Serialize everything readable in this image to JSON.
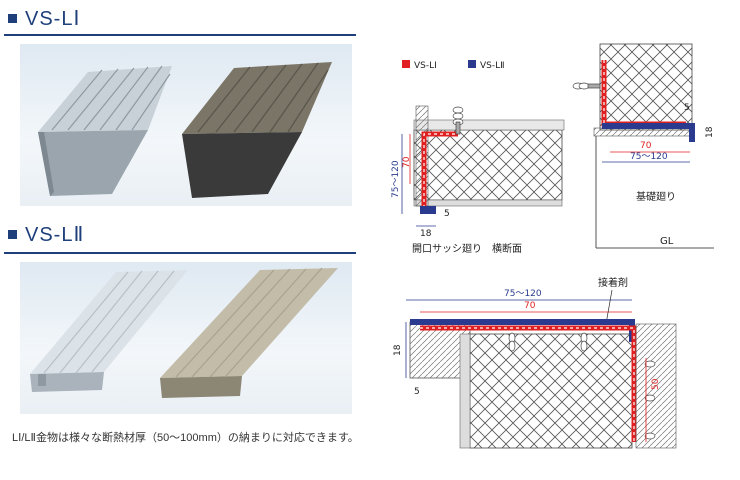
{
  "section1": {
    "title": "VS-LⅠ"
  },
  "section2": {
    "title": "VS-LⅡ"
  },
  "caption": "LⅠ/LⅡ金物は様々な断熱材厚（50〜100mm）の納まりに対応できます。",
  "legend": {
    "item1": "VS-LⅠ",
    "item2": "VS-LⅡ"
  },
  "dims": {
    "d18": "18",
    "d70": "70",
    "d75_120": "75〜120",
    "d5": "5",
    "d50": "50"
  },
  "labels": {
    "window": "開口サッシ廻り　横断面",
    "foundation": "基礎廻り",
    "gl": "GL",
    "adhesive": "接着剤"
  },
  "colors": {
    "vs_l1": "#e02020",
    "vs_l2": "#2a3b8f",
    "brand": "#1f3f7a"
  },
  "icons": [
    "square-bullet-icon",
    "screw-icon"
  ]
}
